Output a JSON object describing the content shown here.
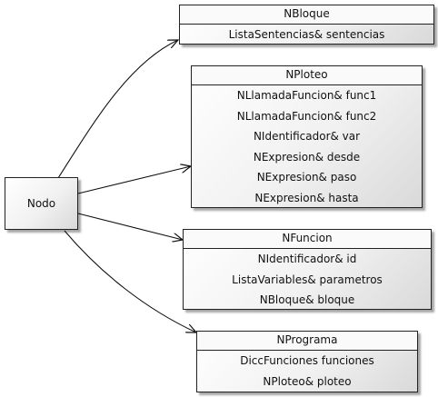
{
  "root": {
    "label": "Nodo"
  },
  "classes": [
    {
      "name": "NBloque",
      "fields": [
        "ListaSentencias& sentencias"
      ]
    },
    {
      "name": "NPloteo",
      "fields": [
        "NLlamadaFuncion& func1",
        "NLlamadaFuncion& func2",
        "NIdentificador& var",
        "NExpresion& desde",
        "NExpresion& paso",
        "NExpresion& hasta"
      ]
    },
    {
      "name": "NFuncion",
      "fields": [
        "NIdentificador& id",
        "ListaVariables& parametros",
        "NBloque& bloque"
      ]
    },
    {
      "name": "NPrograma",
      "fields": [
        "DiccFunciones funciones",
        "NPloteo& ploteo"
      ]
    }
  ]
}
